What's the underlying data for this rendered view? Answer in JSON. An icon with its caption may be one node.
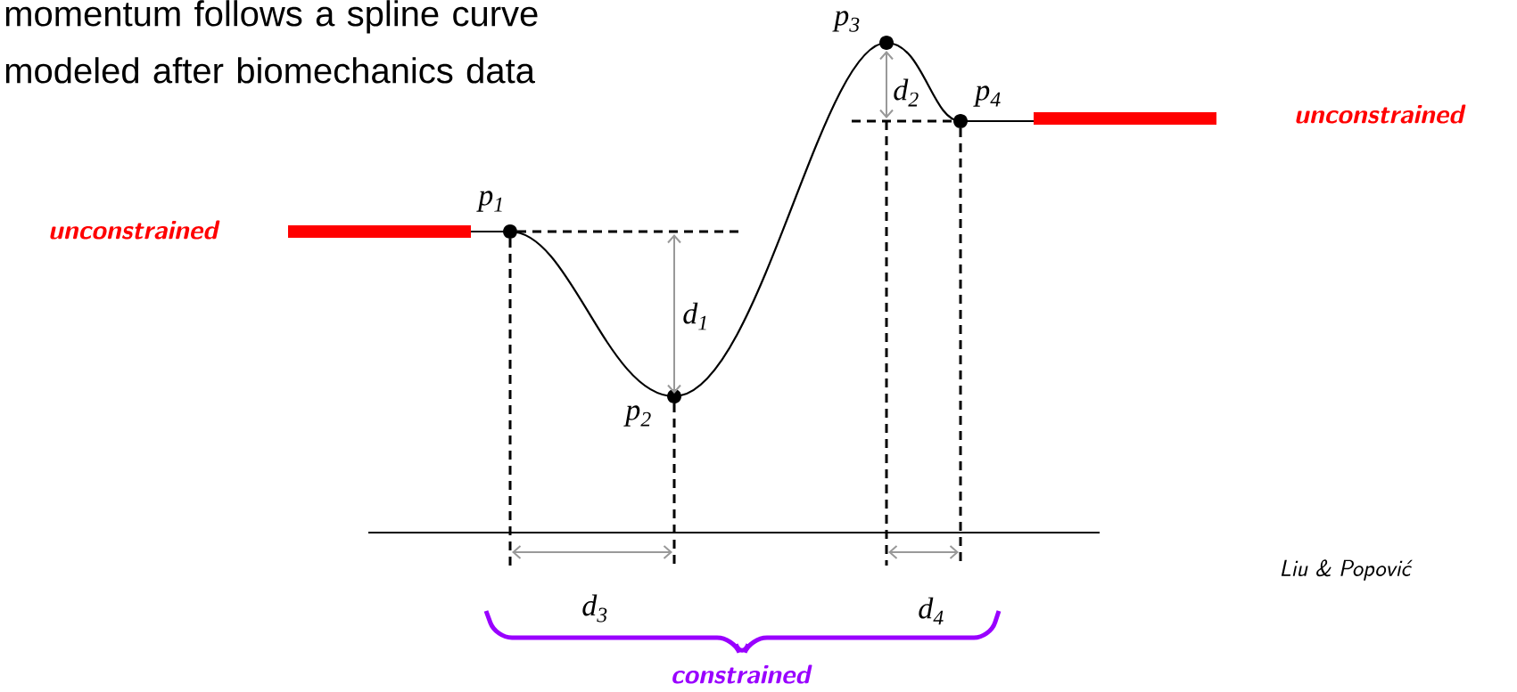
{
  "diagram": {
    "title": "momentum follows a spline curve modeled after biomechanics data",
    "labels": [
      "p$_{3}$",
      "d$_{2}$",
      "p$_{4}$",
      "unconstrained",
      "p$_{1}$",
      "unconstrained",
      "d$_{1}$",
      "p$_{2}$",
      "Liu & Popović",
      "d$_{3}$",
      "d$_{4}$",
      "constrained"
    ]
  }
}
